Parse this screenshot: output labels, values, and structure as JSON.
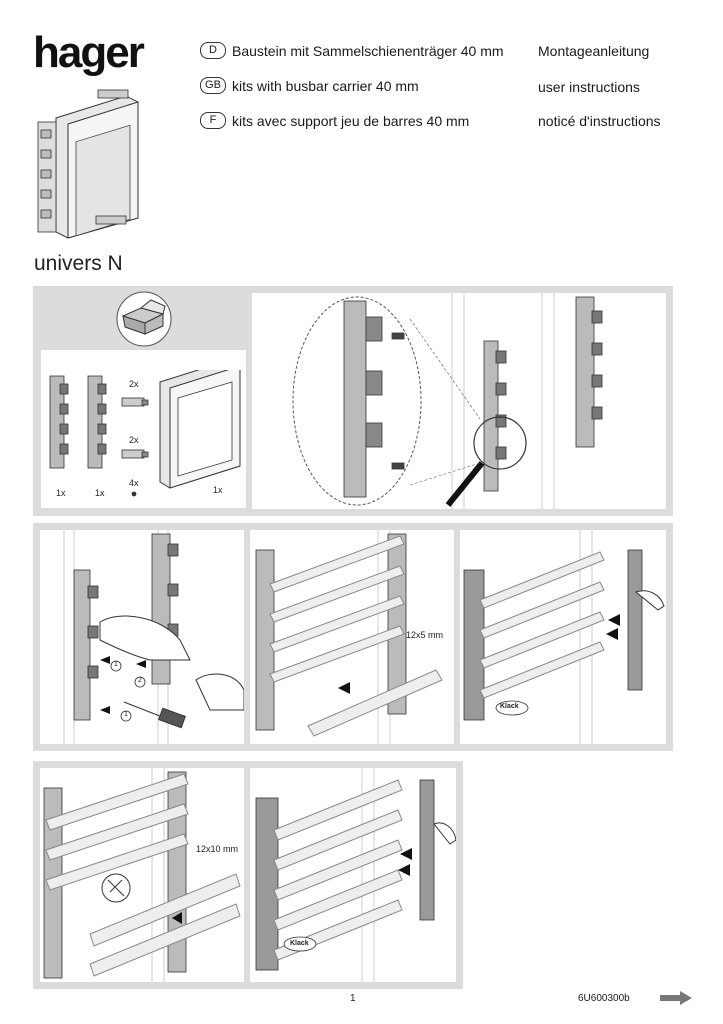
{
  "brand": {
    "logo": "hager"
  },
  "languages": [
    {
      "code": "D",
      "title": "Baustein mit Sammelschienenträger 40 mm",
      "instructions": "Montageanleitung"
    },
    {
      "code": "GB",
      "title": "kits with busbar carrier 40 mm",
      "instructions": "user instructions"
    },
    {
      "code": "F",
      "title": "kits avec support jeu de barres 40 mm",
      "instructions": "noticé d'instructions"
    }
  ],
  "product_name": "univers N",
  "step1": {
    "quantities": [
      "2x",
      "2x",
      "4x",
      "1x",
      "1x",
      "1x"
    ]
  },
  "step3": {
    "busbar_size": "12x5 mm"
  },
  "step4": {
    "click_label": "Klack"
  },
  "step5": {
    "busbar_size": "12x10 mm"
  },
  "step6": {
    "click_label": "Klack"
  },
  "step2": {
    "markers": [
      "1",
      "2",
      "1"
    ]
  },
  "footer": {
    "page": "1",
    "code": "6U600300b"
  }
}
